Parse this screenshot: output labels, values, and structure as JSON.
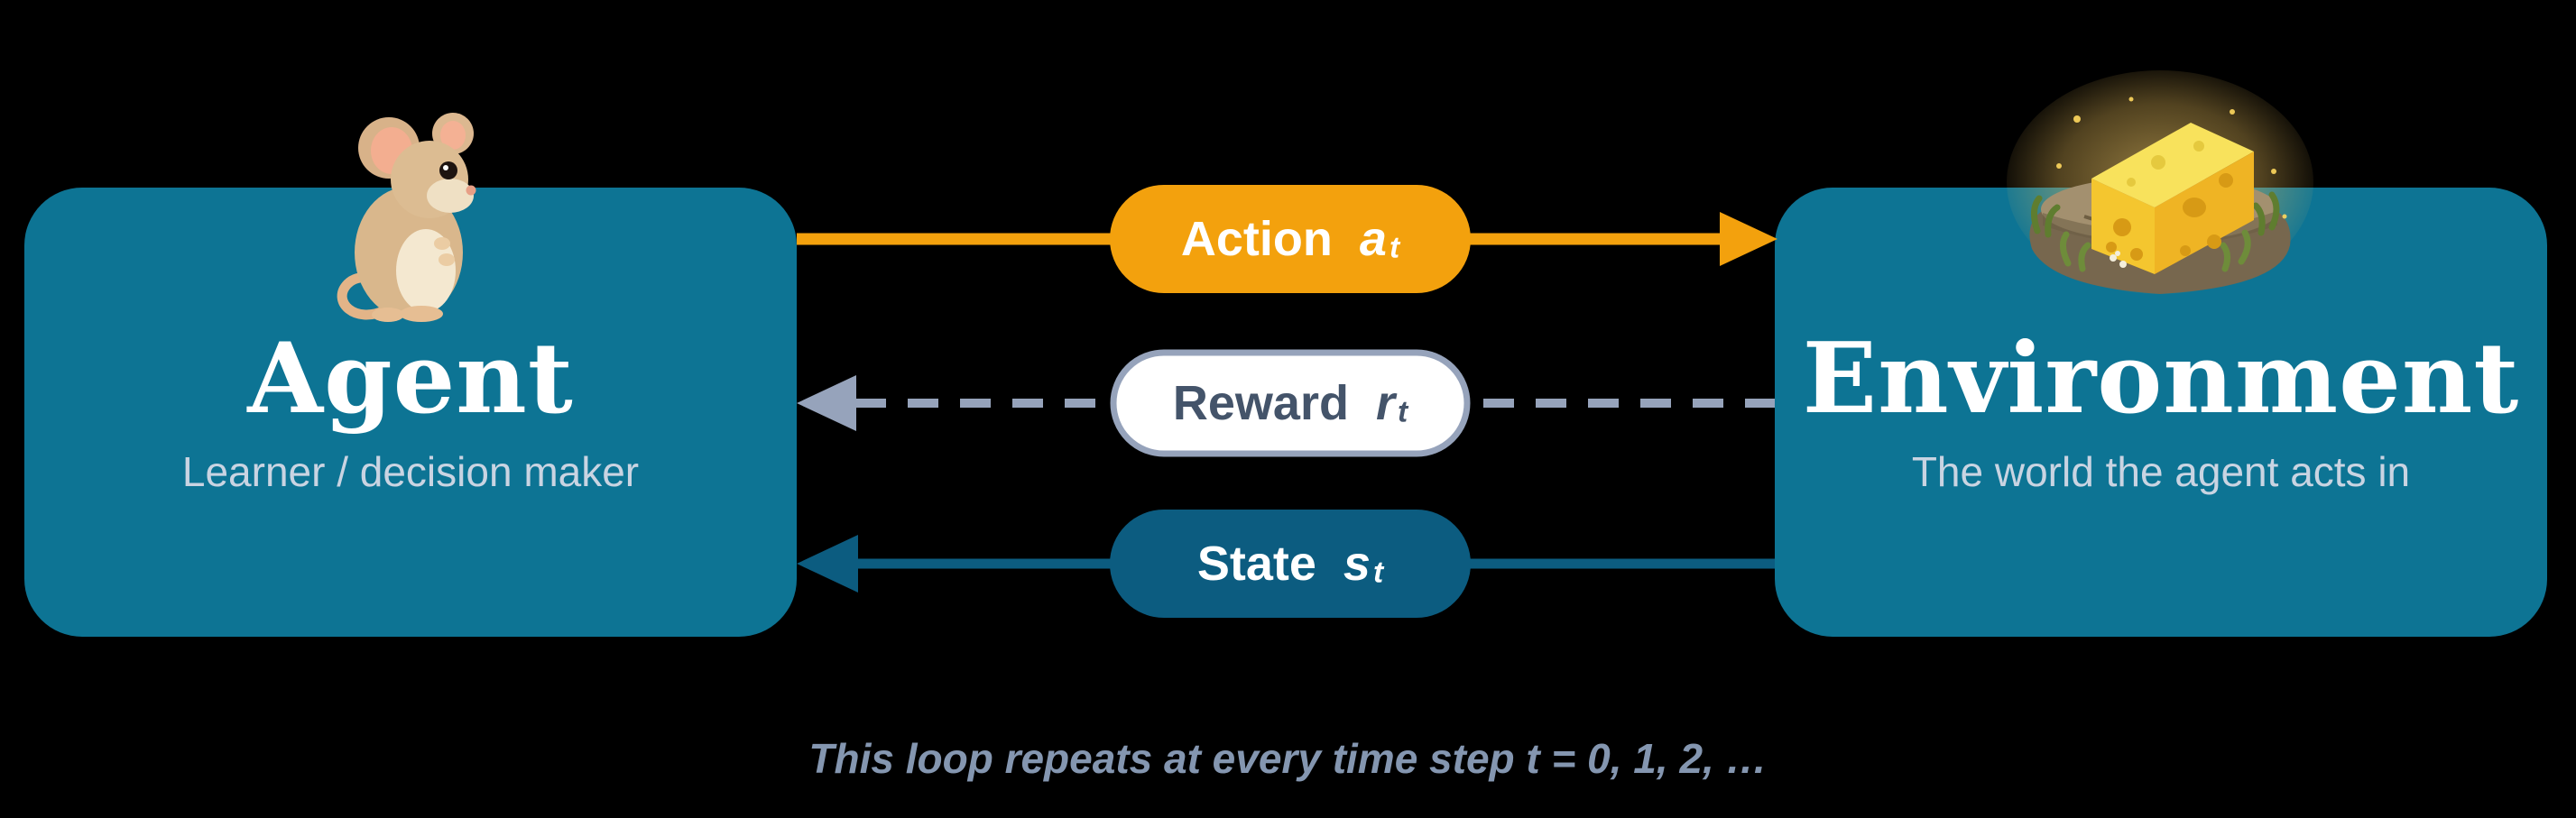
{
  "diagram": {
    "background": "#000000",
    "caption": {
      "text": "This loop repeats at every time step t = 0, 1, 2, …",
      "color": "#8496B0"
    }
  },
  "agent_box": {
    "title": "Agent",
    "subtitle": "Learner / decision maker",
    "fill": "#0D7494",
    "title_color": "#FFFFFF",
    "subtitle_color": "#C9D4E2",
    "illustration": "mouse"
  },
  "environment_box": {
    "title": "Environment",
    "subtitle": "The world the agent acts in",
    "fill": "#0D7494",
    "title_color": "#FFFFFF",
    "subtitle_color": "#C9D4E2",
    "illustration": "cheese-on-rock"
  },
  "arrows": {
    "action": {
      "label": "Action",
      "symbol": "a",
      "subscript": "t",
      "color": "#F3A10D",
      "text_color": "#FFFFFF",
      "style": "solid",
      "direction": "agent-to-environment"
    },
    "reward": {
      "label": "Reward",
      "symbol": "r",
      "subscript": "t",
      "line_color": "#96A3BB",
      "pill_fill": "#FFFFFF",
      "text_color": "#44546A",
      "style": "dashed",
      "direction": "environment-to-agent"
    },
    "state": {
      "label": "State",
      "symbol": "s",
      "subscript": "t",
      "color": "#0C5C80",
      "text_color": "#FFFFFF",
      "style": "solid",
      "direction": "environment-to-agent"
    }
  }
}
